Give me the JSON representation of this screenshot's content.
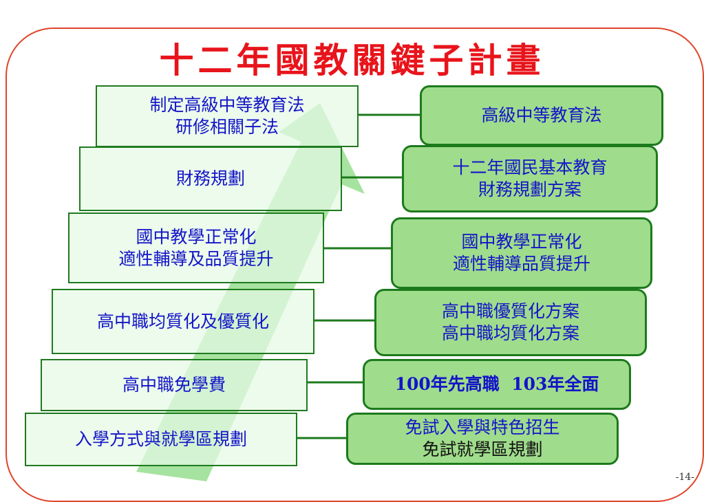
{
  "title": "十二年國教關鍵子計畫",
  "page_number": "-14-",
  "rows": [
    {
      "left": [
        "制定高級中等教育法",
        "研修相關子法"
      ],
      "right": [
        "高級中等教育法"
      ]
    },
    {
      "left": [
        "財務規劃"
      ],
      "right": [
        "十二年國民基本教育",
        "財務規劃方案"
      ]
    },
    {
      "left": [
        "國中教學正常化",
        "適性輔導及品質提升"
      ],
      "right": [
        "國中教學正常化",
        "適性輔導品質提升"
      ]
    },
    {
      "left": [
        "高中職均質化及優質化"
      ],
      "right": [
        "高中職優質化方案",
        "高中職均質化方案"
      ]
    },
    {
      "left": [
        "高中職免學費"
      ],
      "right": [
        "100年先高職  103年全面"
      ]
    },
    {
      "left": [
        "入學方式與就學區規劃"
      ],
      "right": [
        "免試入學與特色招生",
        "免試就學區規劃"
      ]
    }
  ],
  "colors": {
    "title": "#e8141b",
    "frame": "#e0452a",
    "left_fill": "#e4fae4",
    "right_fill": "#9fdc8c",
    "border": "#1c7a1c",
    "arrow": "#a7e3a0",
    "text": "#1414c8"
  },
  "icons": {
    "arrow": "upward-arrow"
  }
}
